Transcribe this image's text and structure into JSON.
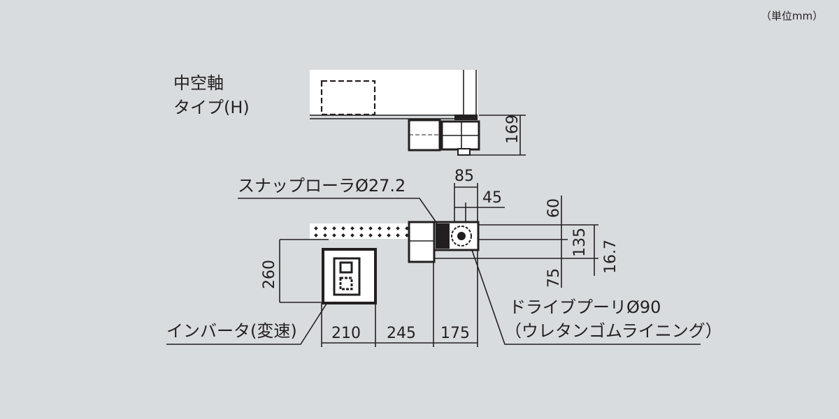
{
  "unit_label": "（単位mm）",
  "type_title": [
    "中空軸",
    "タイプ(H)"
  ],
  "dimensions": {
    "height_top": "169",
    "d85": "85",
    "d45": "45",
    "d60": "60",
    "d135": "135",
    "d16_7": "16.7",
    "d75": "75",
    "d260": "260",
    "d210": "210",
    "d245": "245",
    "d175": "175"
  },
  "callouts": {
    "snap_roller": "スナップローラØ27.2",
    "drive_pulley": "ドライブプーリØ90",
    "drive_pulley_note": "（ウレタンゴムライニング）",
    "inverter": "インバータ(変速)"
  },
  "colors": {
    "background": "#d9dcdf",
    "line": "#231f20"
  }
}
